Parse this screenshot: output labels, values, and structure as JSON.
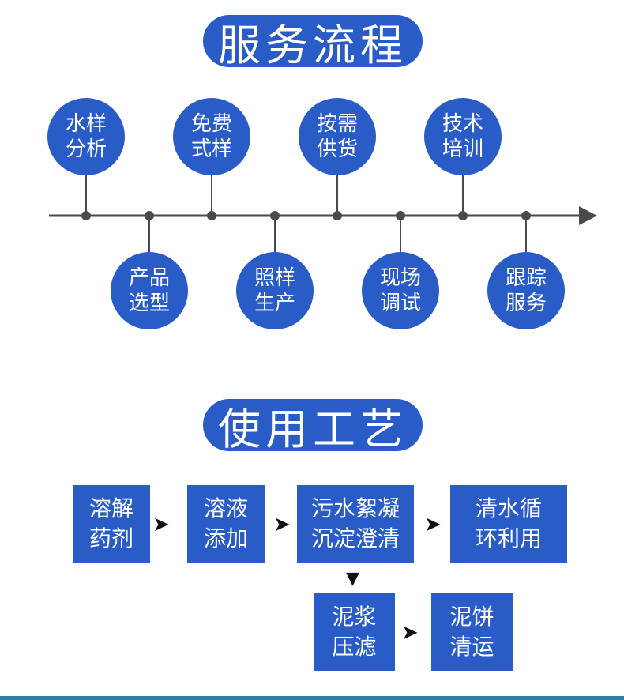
{
  "service_flow": {
    "title": "服务流程",
    "steps": [
      {
        "line1": "水样",
        "line2": "分析"
      },
      {
        "line1": "产品",
        "line2": "选型"
      },
      {
        "line1": "免费",
        "line2": "式样"
      },
      {
        "line1": "照样",
        "line2": "生产"
      },
      {
        "line1": "按需",
        "line2": "供货"
      },
      {
        "line1": "现场",
        "line2": "调试"
      },
      {
        "line1": "技术",
        "line2": "培训"
      },
      {
        "line1": "跟踪",
        "line2": "服务"
      }
    ]
  },
  "usage_process": {
    "title": "使用工艺",
    "steps": [
      {
        "line1": "溶解",
        "line2": "药剂"
      },
      {
        "line1": "溶液",
        "line2": "添加"
      },
      {
        "line1": "污水絮凝",
        "line2": "沉淀澄清"
      },
      {
        "line1": "清水循",
        "line2": "环利用"
      },
      {
        "line1": "泥浆",
        "line2": "压滤"
      },
      {
        "line1": "泥饼",
        "line2": "清运"
      }
    ],
    "arrow_right": "➤",
    "arrow_down": "▼"
  },
  "colors": {
    "primary": "#2a5cc8",
    "line": "#4a4a4a",
    "footer": "#2d7fa6"
  }
}
